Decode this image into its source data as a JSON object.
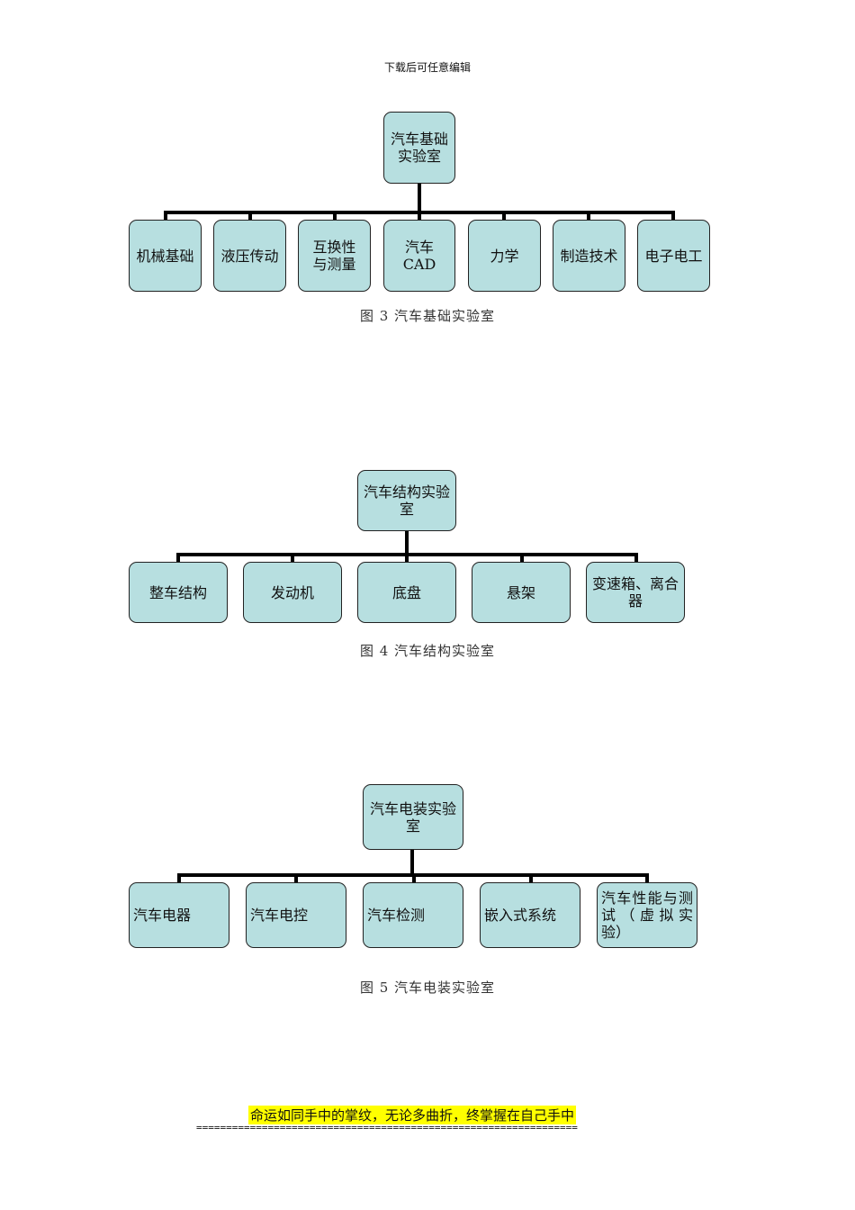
{
  "header": "下载后可任意编辑",
  "diagram1": {
    "root": "汽车基础实验室",
    "children": [
      "机械基础",
      "液压传动",
      "互换性与测量",
      "汽车 CAD",
      "力学",
      "制造技术",
      "电子电工"
    ],
    "caption": "图 3 汽车基础实验室"
  },
  "diagram2": {
    "root": "汽车结构实验室",
    "children": [
      "整车结构",
      "发动机",
      "底盘",
      "悬架",
      "变速箱、离合器"
    ],
    "caption": "图 4 汽车结构实验室"
  },
  "diagram3": {
    "root": "汽车电装实验室",
    "children": [
      "汽车电器",
      "汽车电控",
      "汽车检测",
      "嵌入式系统",
      "汽车性能与测试（虚拟实验）"
    ],
    "caption": "图 5 汽车电装实验室"
  },
  "footer": {
    "motto": "命运如同手中的掌纹，无论多曲折，终掌握在自己手中",
    "separator": "================================================================"
  },
  "colors": {
    "node_fill": "#b7dfe0",
    "motto_highlight": "#ffff00"
  }
}
